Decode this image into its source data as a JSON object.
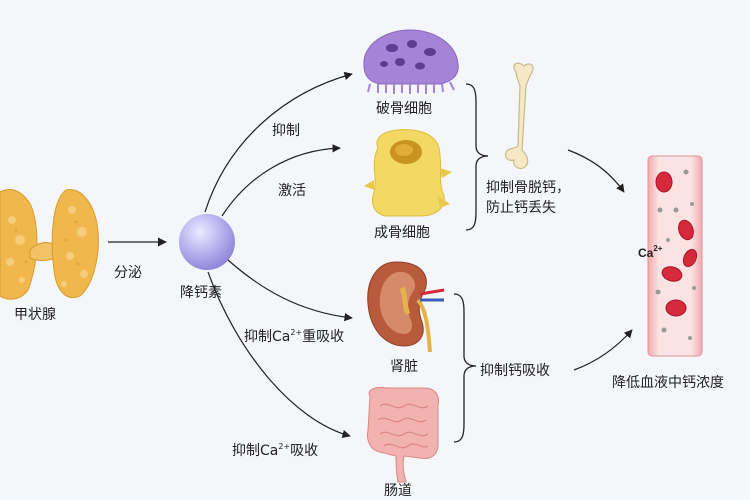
{
  "nodes": {
    "thyroid": "甲状腺",
    "calcitonin": "降钙素",
    "osteoclast": "破骨细胞",
    "osteoblast": "成骨细胞",
    "kidney": "肾脏",
    "intestine": "肠道",
    "result": "降低血液中钙浓度"
  },
  "edges": {
    "secrete": "分泌",
    "inhibit": "抑制",
    "activate": "激活",
    "inhibit_reabsorb_prefix": "抑制Ca",
    "inhibit_reabsorb_sup": "2+",
    "inhibit_reabsorb_suffix": "重吸收",
    "inhibit_absorb_prefix": "抑制Ca",
    "inhibit_absorb_sup": "2+",
    "inhibit_absorb_suffix": "吸收"
  },
  "brackets": {
    "bone_effect": "抑制骨脱钙，防止钙丢失",
    "absorb_effect": "抑制钙吸收"
  },
  "vessel": {
    "ion_base": "Ca",
    "ion_sup": "2+"
  },
  "colors": {
    "thyroid": "#f0b74c",
    "calcitonin": "#b9b3ef",
    "osteoclast": "#a583d6",
    "osteoblast": "#f4d864",
    "kidney": "#b85a3c",
    "intestine": "#f2b2b0",
    "vessel": "#f7cfcf",
    "rbc": "#d6293b"
  }
}
